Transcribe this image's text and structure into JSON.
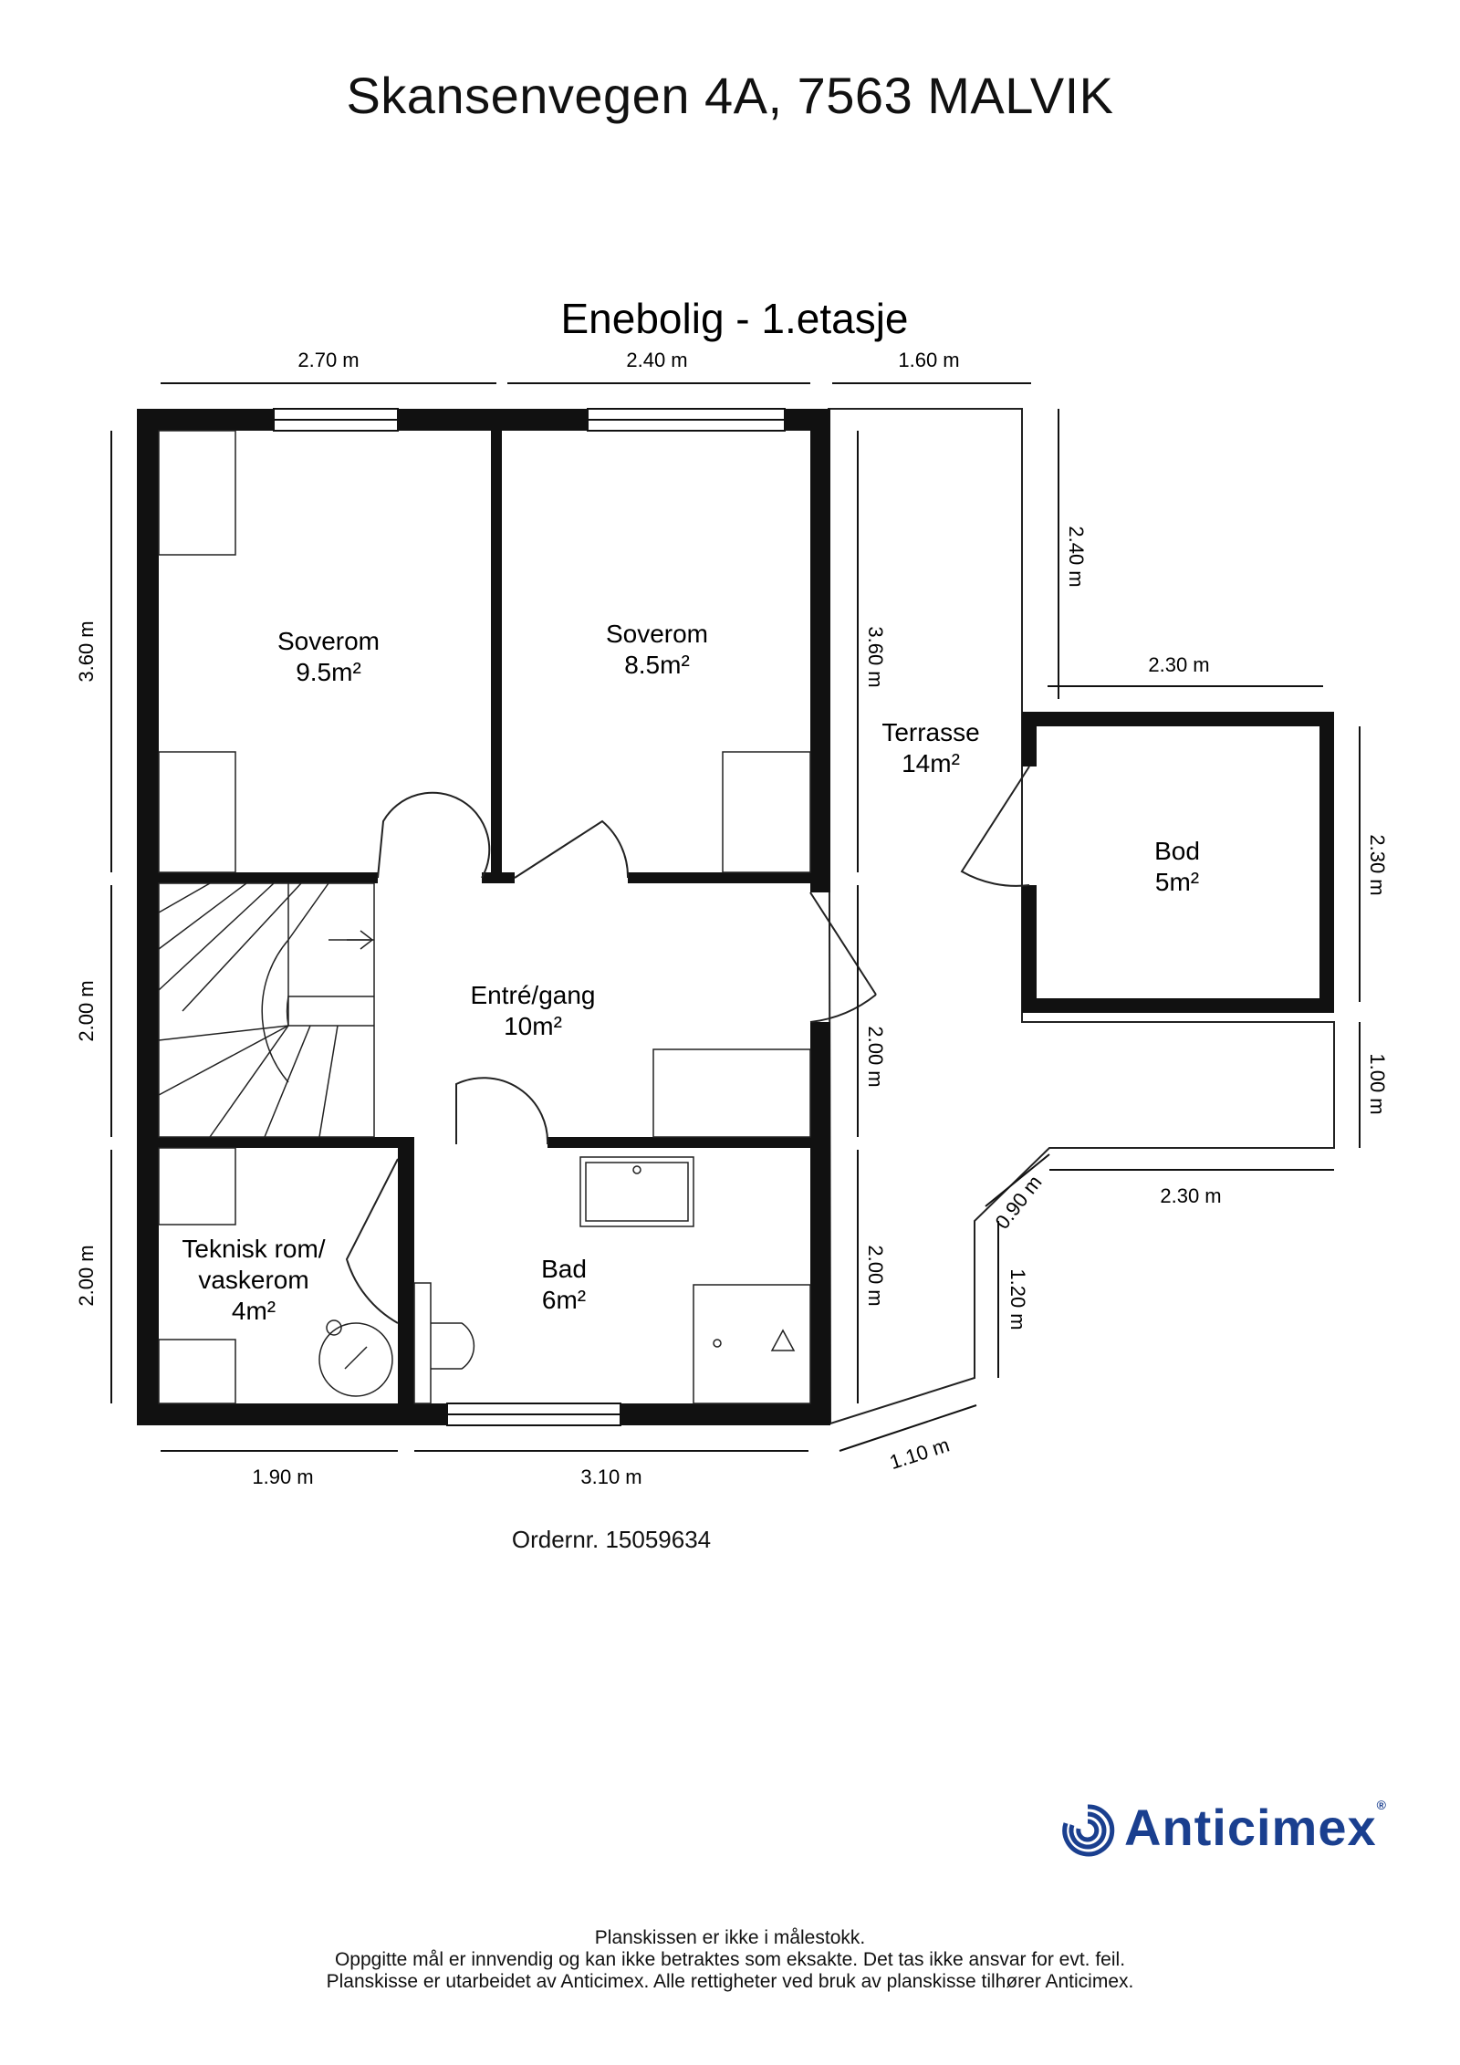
{
  "document": {
    "address": "Skansenvegen 4A, 7563 MALVIK",
    "floor_title": "Enebolig - 1.etasje",
    "order_number": "Ordernr. 15059634",
    "footer_lines": [
      "Planskissen er ikke i målestokk.",
      "Oppgitte mål er innvendig og kan ikke betraktes som eksakte. Det tas ikke ansvar for evt. feil.",
      "Planskisse er utarbeidet av Anticimex. Alle rettigheter ved bruk av planskisse tilhører Anticimex."
    ],
    "brand": {
      "name": "Anticimex",
      "reg": "®",
      "color": "#1a3f8f"
    }
  },
  "rooms": [
    {
      "id": "soverom-1",
      "name": "Soverom",
      "area": "9.5m²"
    },
    {
      "id": "soverom-2",
      "name": "Soverom",
      "area": "8.5m²"
    },
    {
      "id": "terrasse",
      "name": "Terrasse",
      "area": "14m²"
    },
    {
      "id": "bod",
      "name": "Bod",
      "area": "5m²"
    },
    {
      "id": "entre",
      "name": "Entré/gang",
      "area": "10m²"
    },
    {
      "id": "teknisk",
      "name": "Teknisk rom/",
      "name2": "vaskerom",
      "area": "4m²"
    },
    {
      "id": "bad",
      "name": "Bad",
      "area": "6m²"
    }
  ],
  "dimensions": {
    "top_left": "2.70 m",
    "top_mid": "2.40 m",
    "top_right": "1.60 m",
    "left_top": "3.60 m",
    "left_mid": "2.00 m",
    "left_bot": "2.00 m",
    "inner_top": "3.60 m",
    "inner_mid": "2.00 m",
    "inner_bot": "2.00 m",
    "terrace_top": "2.40 m",
    "bod_width": "2.30 m",
    "bod_height": "2.30 m",
    "terrace_step": "1.00 m",
    "terrace_bottom": "2.30 m",
    "diag_short": "0.90 m",
    "vert_short": "1.20 m",
    "diag_bottom": "1.10 m",
    "bottom_left": "1.90 m",
    "bottom_right": "3.10 m"
  }
}
